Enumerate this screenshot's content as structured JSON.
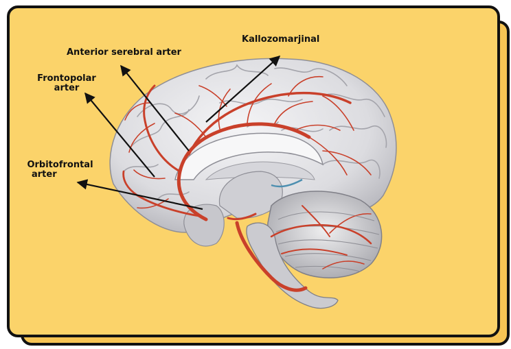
{
  "labels": {
    "kallozomarjinal": "Kallozomarjinal",
    "anterior": "Anterior serebral arter",
    "frontopolar_1": "Frontopolar",
    "frontopolar_2": "arter",
    "orbitofrontal_1": "Orbitofrontal",
    "orbitofrontal_2": "arter"
  },
  "colors": {
    "background": "#fbd36a",
    "border": "#111111",
    "brain": "#e9e9eb",
    "artery": "#c9402a"
  }
}
